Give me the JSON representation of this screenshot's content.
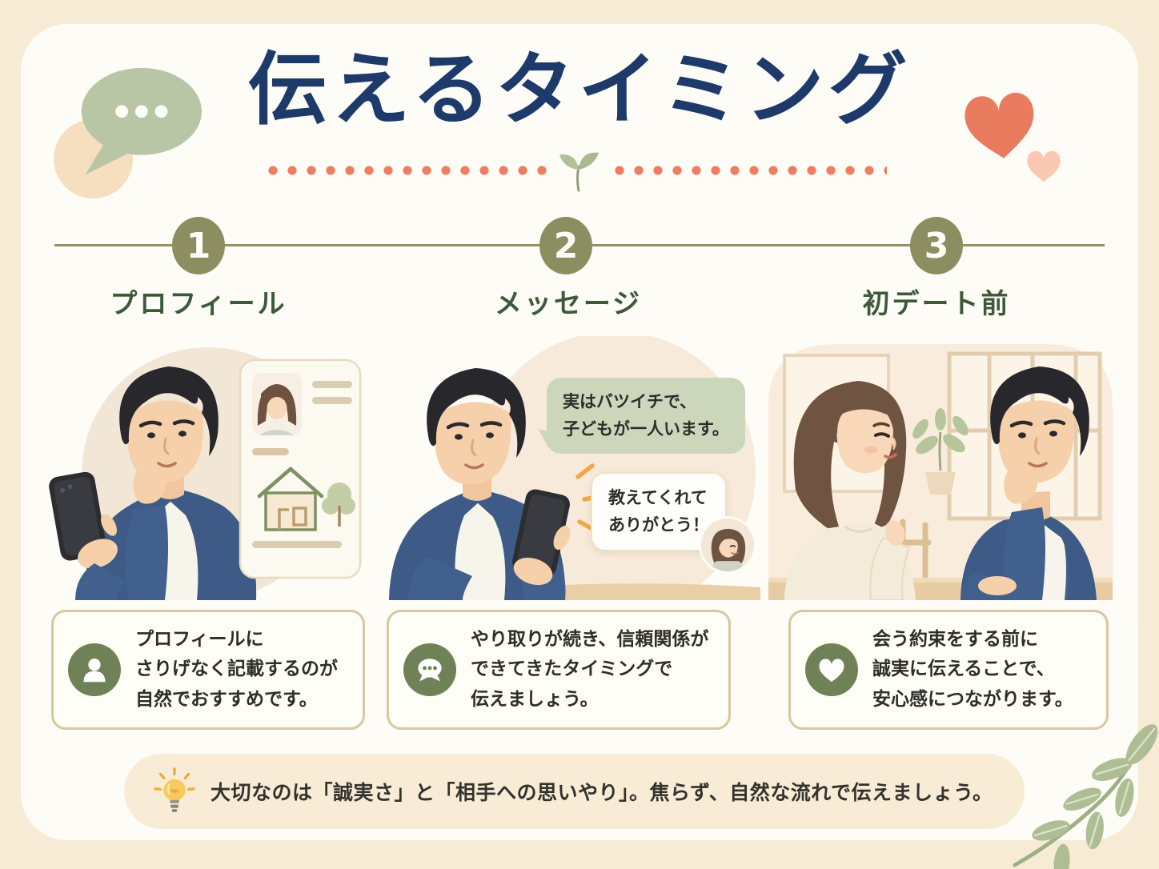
{
  "header": {
    "title": "伝えるタイミング"
  },
  "steps": [
    {
      "number": "1",
      "label": "プロフィール",
      "icon": "person-icon",
      "card_lines": [
        "プロフィールに",
        "さりげなく記載するのが",
        "自然でおすすめです。"
      ]
    },
    {
      "number": "2",
      "label": "メッセージ",
      "icon": "chat-icon",
      "card_lines": [
        "やり取りが続き、信頼関係が",
        "できてきたタイミングで",
        "伝えましょう。"
      ]
    },
    {
      "number": "3",
      "label": "初デート前",
      "icon": "heart-icon",
      "card_lines": [
        "会う約束をする前に",
        "誠実に伝えることで、",
        "安心感につながります。"
      ]
    }
  ],
  "chat": {
    "sent_lines": [
      "実はバツイチで、",
      "子どもが一人います。"
    ],
    "reply_lines": [
      "教えてくれて",
      "ありがとう！"
    ]
  },
  "tip": {
    "icon": "lightbulb-icon",
    "text": "大切なのは「誠実さ」と「相手への思いやり」。焦らず、自然な流れで伝えましょう。"
  },
  "decorations": {
    "top_left": "speech-bubble-icon",
    "top_right": "heart-icon",
    "divider_center": "sprout-icon",
    "bottom_right": "leaf-branch-icon"
  },
  "colors": {
    "page_background": "#f7ebd6",
    "panel": "#fdfcf6",
    "title_navy": "#1e3a6b",
    "accent_coral": "#ee7e62",
    "olive_circle": "#8c8e61",
    "step_label_green": "#3c5a39",
    "card_icon_green": "#6f8257",
    "card_border": "#d9c6a2",
    "bubble_green": "#ccd6bb",
    "navy_cardigan": "#41608d",
    "tip_background": "#f9ecd7"
  }
}
